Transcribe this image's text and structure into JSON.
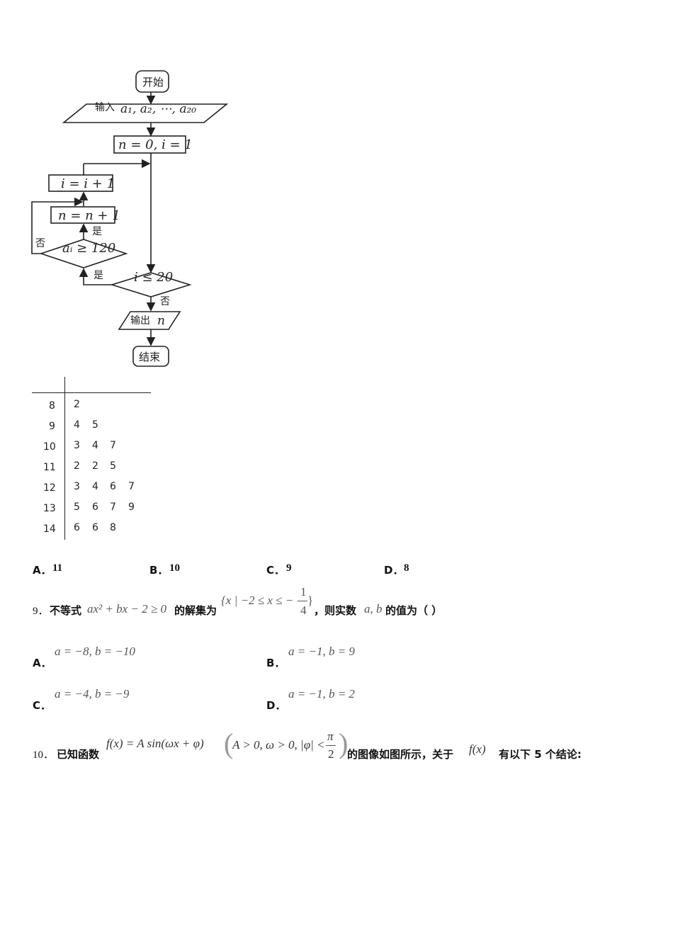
{
  "flowchart": {
    "start": "开始",
    "input": "输入",
    "input_vars": "a₁, a₂, ⋯, a₂₀",
    "init": "n = 0, i = 1",
    "incr_i": "i = i + 1",
    "incr_n": "n = n + 1",
    "cond_inner": "aᵢ ≥ 120",
    "cond_outer": "i ≤ 20",
    "yes": "是",
    "no": "否",
    "output": "输出",
    "output_var": "n",
    "end": "结束"
  },
  "stem_leaf": {
    "rows": [
      {
        "stem": "8",
        "leaves": [
          "2"
        ]
      },
      {
        "stem": "9",
        "leaves": [
          "4",
          "5"
        ]
      },
      {
        "stem": "10",
        "leaves": [
          "3",
          "4",
          "7"
        ]
      },
      {
        "stem": "11",
        "leaves": [
          "2",
          "2",
          "5"
        ]
      },
      {
        "stem": "12",
        "leaves": [
          "3",
          "4",
          "6",
          "7"
        ]
      },
      {
        "stem": "13",
        "leaves": [
          "5",
          "6",
          "7",
          "9"
        ]
      },
      {
        "stem": "14",
        "leaves": [
          "6",
          "6",
          "8"
        ]
      }
    ]
  },
  "q8_options": [
    {
      "label": "A．",
      "value": "11"
    },
    {
      "label": "B．",
      "value": "10"
    },
    {
      "label": "C．",
      "value": "9"
    },
    {
      "label": "D．",
      "value": "8"
    }
  ],
  "q9": {
    "number": "9．",
    "text1": "不等式",
    "expr": "ax² + bx − 2 ≥ 0",
    "text2": "的解集为",
    "set_left": "{x | −2 ≤ x ≤ −",
    "set_frac_num": "1",
    "set_frac_den": "4",
    "set_right": "}",
    "text3": "，则实数",
    "vars": "a, b",
    "text4": "的值为（ ）",
    "options": [
      {
        "label": "A．",
        "expr": "a = −8, b = −10"
      },
      {
        "label": "B．",
        "expr": "a = −1, b = 9"
      },
      {
        "label": "C．",
        "expr": "a = −4, b = −9"
      },
      {
        "label": "D．",
        "expr": "a = −1, b = 2"
      }
    ]
  },
  "q10": {
    "number": "10．",
    "text1": "已知函数",
    "func": "f(x) = A sin(ωx + φ)",
    "cond": "A > 0, ω > 0, |φ| <",
    "pi_num": "π",
    "pi_den": "2",
    "text2": "的图像如图所示，关于",
    "fx": "f(x)",
    "text3": "有以下 5 个结论:"
  }
}
